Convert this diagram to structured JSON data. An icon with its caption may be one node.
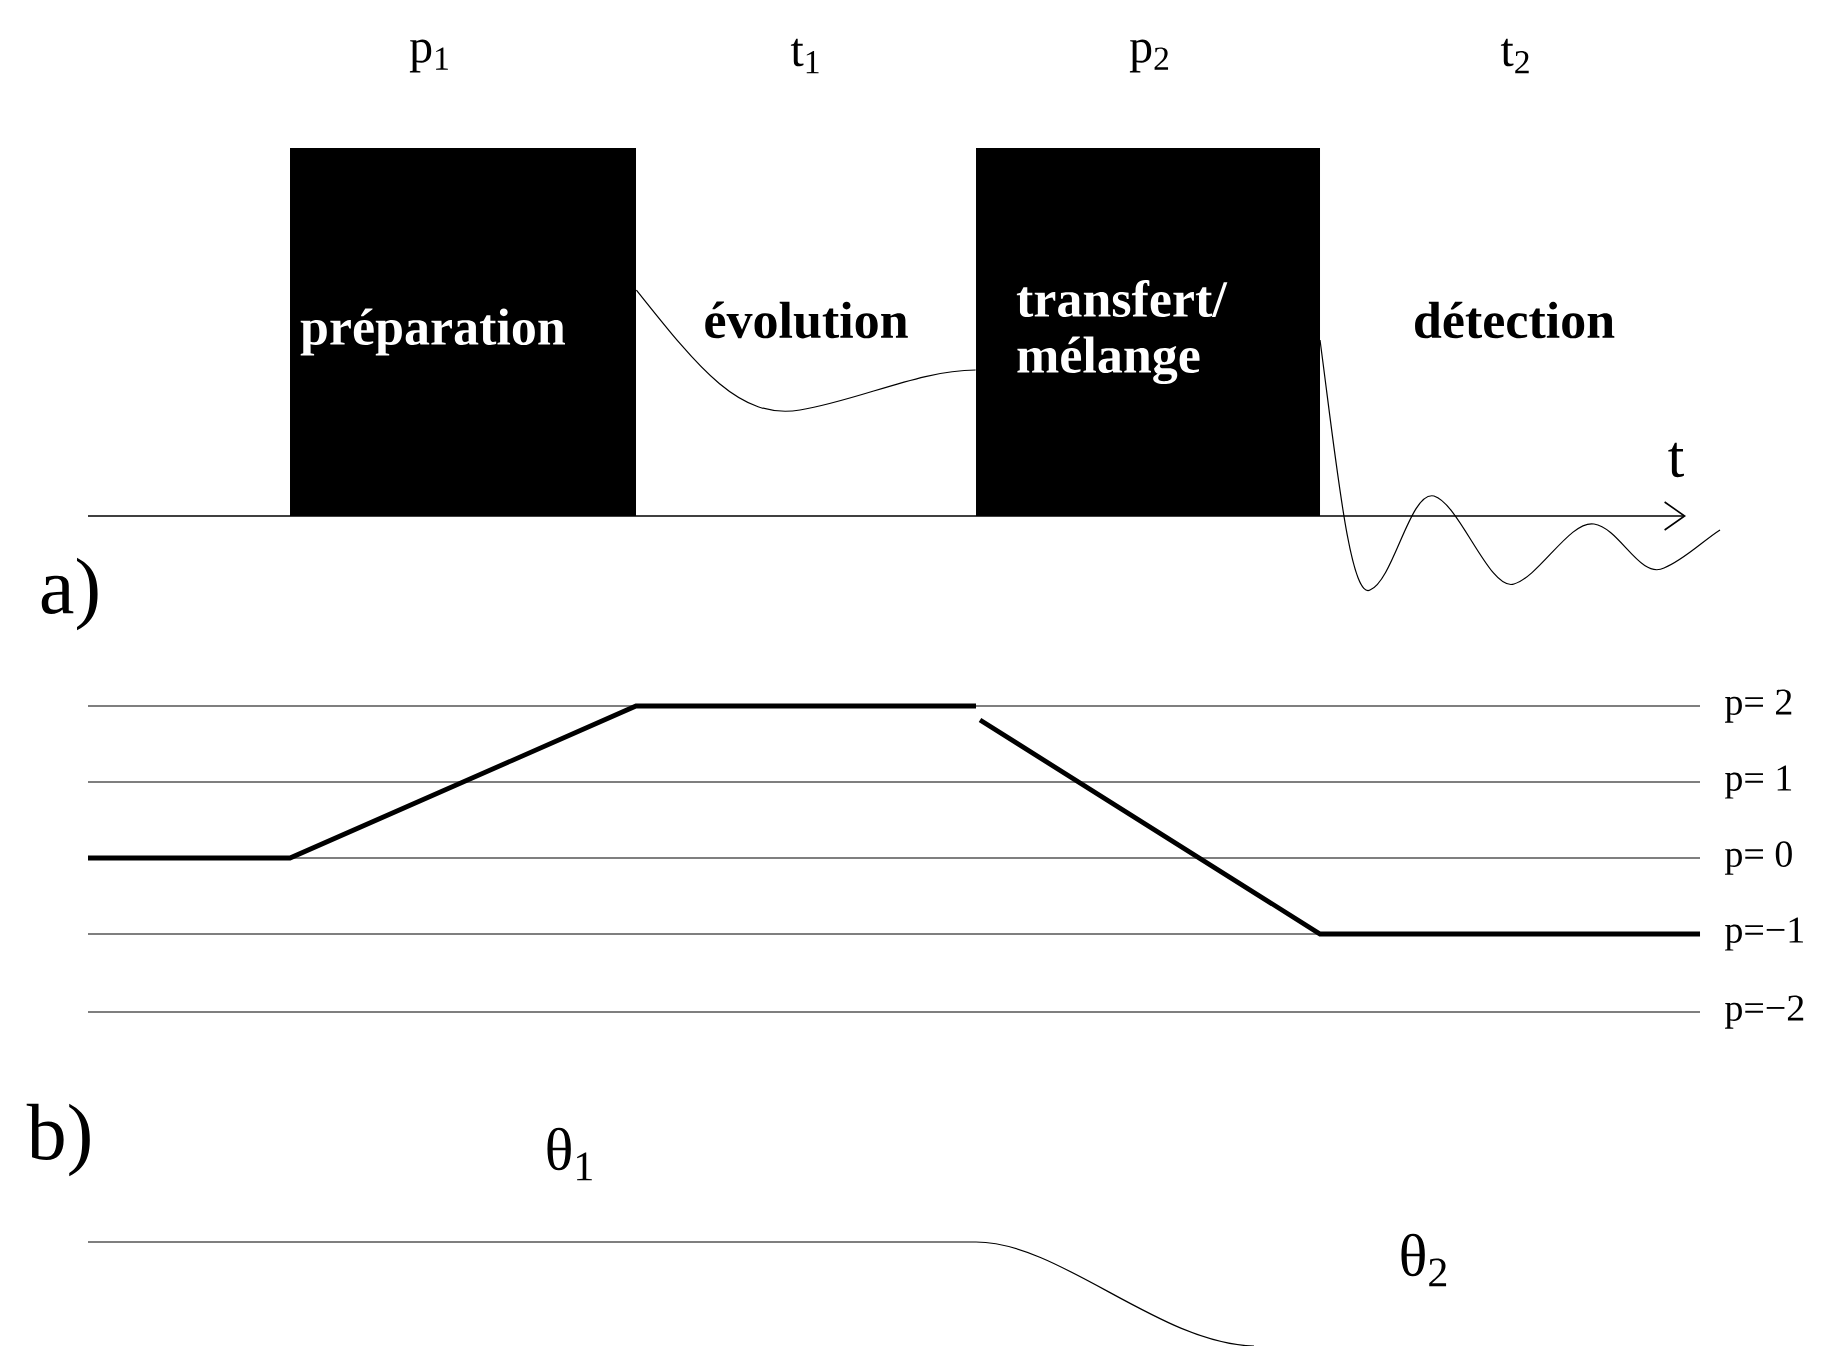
{
  "diagram": {
    "nodes": [
      {
        "text": [
          "préparation"
        ]
      },
      {
        "text": [
          "transfert/ mélange"
        ]
      }
    ],
    "edges": [
      {
        "from": 0,
        "to": 1,
        "arrow": "none"
      }
    ],
    "labels": [
      "p$_{1}$",
      "t$_{1}$",
      "p$_{2}$",
      "t$_{2}$",
      "évolution",
      "détection",
      "t",
      "a)",
      "p= 2",
      "p= 1",
      "p= 0",
      "p=−1",
      "p=−2",
      "b)",
      "θ$_{1}$",
      "θ$_{2}$"
    ]
  }
}
